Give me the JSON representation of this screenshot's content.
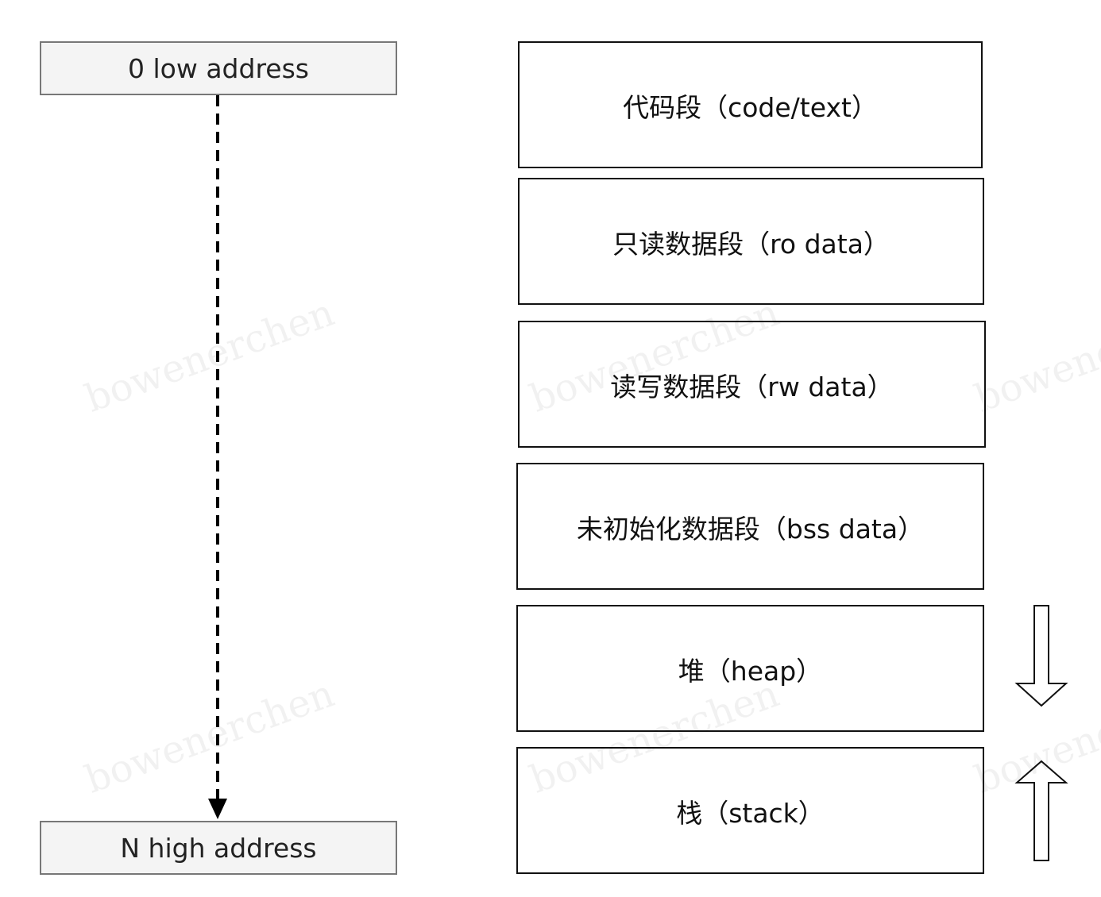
{
  "address_scale": {
    "low_label": "0 low address",
    "high_label": "N high address",
    "direction_arrow_icon": "dashed-down-arrow-icon"
  },
  "memory_segments": [
    {
      "label": "代码段（code/text）"
    },
    {
      "label": "只读数据段（ro data）"
    },
    {
      "label": "读写数据段（rw data）"
    },
    {
      "label": "未初始化数据段（bss data）"
    },
    {
      "label": "堆（heap）",
      "growth_icon": "hollow-down-arrow-icon"
    },
    {
      "label": "栈（stack）",
      "growth_icon": "hollow-up-arrow-icon"
    }
  ],
  "watermark": {
    "text": "bowenerchen",
    "color": "#e8e8e8"
  },
  "colors": {
    "stroke": "#111111",
    "address_box_fill": "#f4f4f4",
    "address_box_border": "#777777"
  }
}
